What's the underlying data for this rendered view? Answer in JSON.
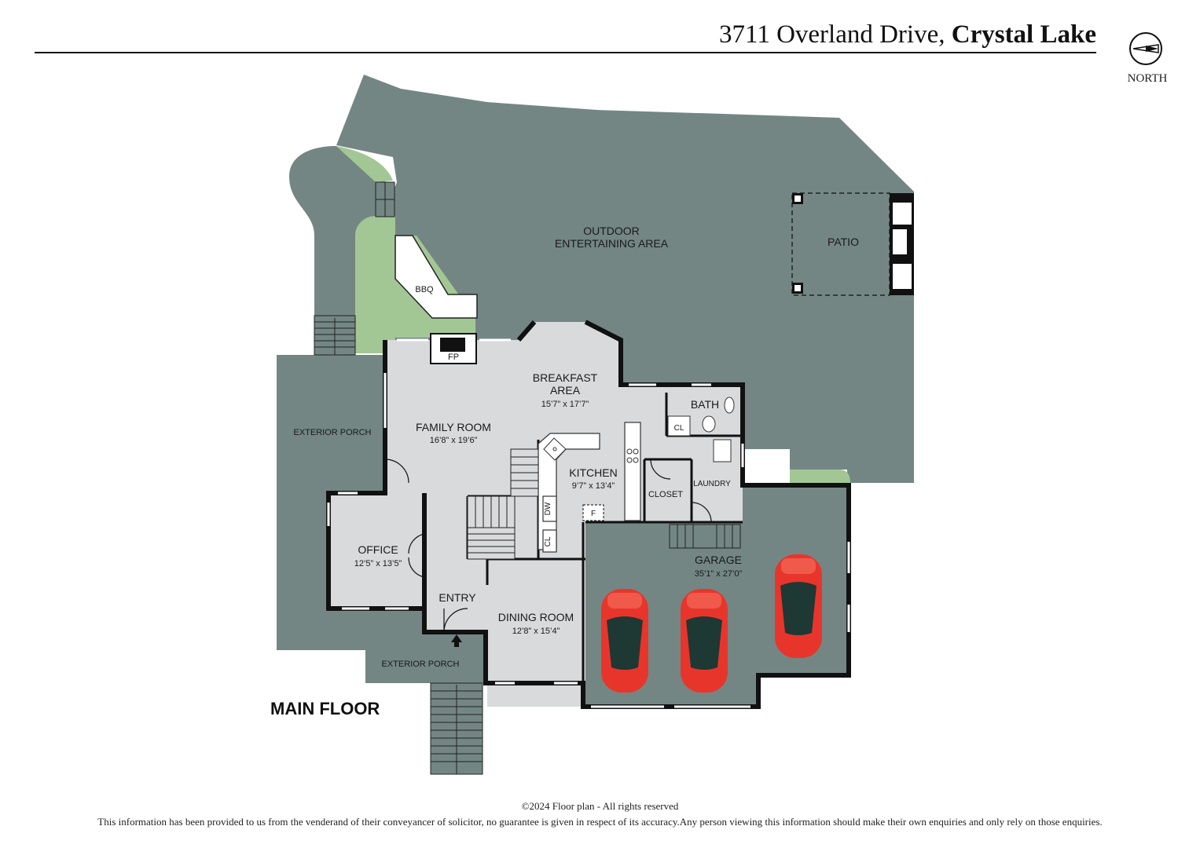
{
  "header": {
    "address": "3711 Overland Drive,",
    "city": "Crystal Lake"
  },
  "compass": {
    "label": "NORTH"
  },
  "rooms": {
    "outdoor_line1": "OUTDOOR",
    "outdoor_line2": "ENTERTAINING AREA",
    "patio": "PATIO",
    "bbq": "BBQ",
    "fp": "FP",
    "breakfast_line1": "BREAKFAST",
    "breakfast_line2": "AREA",
    "breakfast_dim": "15’7” x 17’7”",
    "bath": "BATH",
    "cl": "CL",
    "family_room": "FAMILY ROOM",
    "family_room_dim": "16’8” x 19’6”",
    "kitchen": "KITCHEN",
    "kitchen_dim": "9’7” x 13’4”",
    "closet": "CLOSET",
    "laundry": "LAUNDRY",
    "dw": "DW",
    "f": "F",
    "exterior_porch_west": "EXTERIOR PORCH",
    "exterior_porch_south": "EXTERIOR PORCH",
    "office": "OFFICE",
    "office_dim": "12’5” x 13’5”",
    "entry": "ENTRY",
    "dining_room": "DINING ROOM",
    "dining_room_dim": "12’8” x 15’4”",
    "garage": "GARAGE",
    "garage_dim": "35’1” x 27’0”"
  },
  "floor_label": "MAIN FLOOR",
  "footer": {
    "copyright": "©2024  Floor plan  - All rights reserved",
    "disclaimer": "This information has been provided to us from the venderand of their conveyancer of solicitor, no guarantee is given in respect of its accuracy.Any person viewing this information should make their own enquiries and only rely on those enquiries."
  },
  "colors": {
    "outdoor": "#738684",
    "lawn": "#a3c794",
    "interior": "#d8dadb",
    "wall": "#111111",
    "car": "#e8352b"
  }
}
